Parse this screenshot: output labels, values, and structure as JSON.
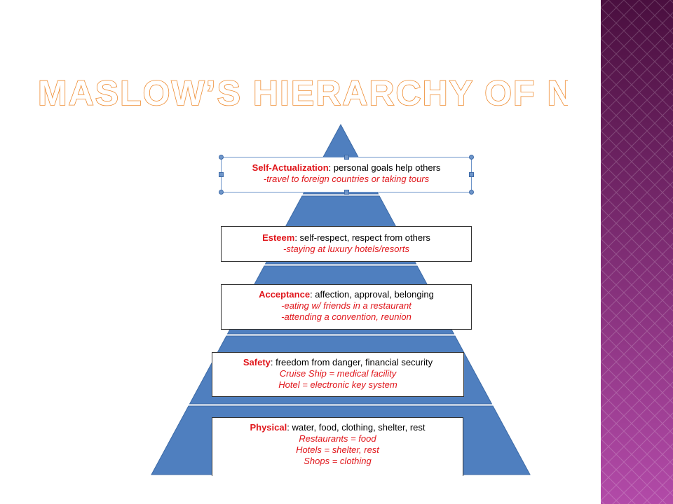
{
  "title": "Maslow’s Hierarchy of Needs",
  "colors": {
    "pyramid": "#4f7fbf",
    "title_outline": "#ee8a2e",
    "band_dark": "#4a0f3f",
    "band_light": "#b24aa8",
    "need_label": "#e0161b"
  },
  "levels": [
    {
      "name": "Self-Actualization",
      "description": ": personal goals help others",
      "examples": [
        "-travel to foreign countries or taking tours"
      ]
    },
    {
      "name": "Esteem",
      "description": ": self-respect, respect from others",
      "examples": [
        "-staying at luxury hotels/resorts"
      ]
    },
    {
      "name": "Acceptance",
      "description": ":   affection, approval, belonging",
      "examples": [
        "-eating w/ friends in a restaurant",
        "-attending a convention, reunion"
      ]
    },
    {
      "name": "Safety",
      "description": ": freedom from danger, financial security",
      "examples": [
        "Cruise Ship = medical facility",
        "Hotel = electronic key system"
      ]
    },
    {
      "name": "Physical",
      "description": ":  water, food, clothing, shelter, rest",
      "examples": [
        "Restaurants = food",
        "Hotels = shelter, rest",
        "Shops = clothing"
      ]
    }
  ]
}
